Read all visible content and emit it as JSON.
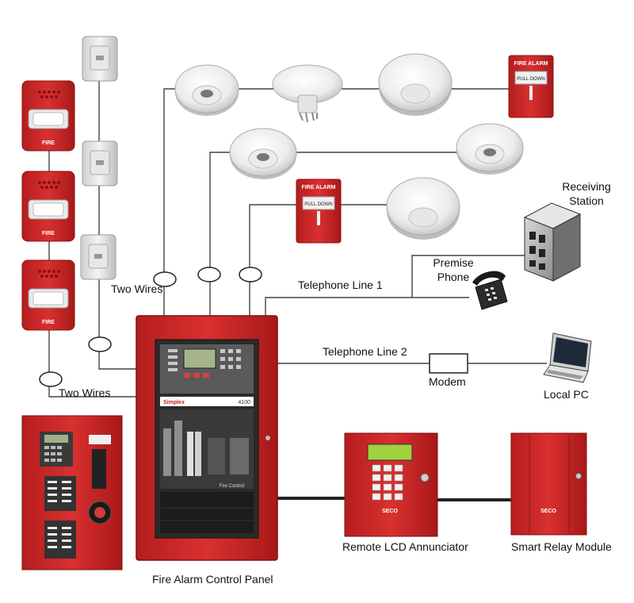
{
  "labels": {
    "two_wires_top": "Two Wires",
    "two_wires_bottom": "Two Wires",
    "telephone_line_1": "Telephone Line 1",
    "telephone_line_2": "Telephone Line 2",
    "premise_phone": "Premise Phone",
    "receiving_station": "Receiving Station",
    "modem": "Modem",
    "local_pc": "Local PC",
    "fire_alarm_control_panel": "Fire Alarm Control Panel",
    "remote_lcd_annunciator": "Remote LCD Annunciator",
    "smart_relay_module": "Smart Relay Module"
  },
  "device_text": {
    "horn_strobe": "FIRE",
    "pull_station_top": "FIRE ALARM",
    "pull_station_bottom": "PULL DOWN",
    "panel_brand": "Simplex",
    "panel_model": "4100",
    "panel_section": "Fire Control",
    "annunciator_brand": "SECO",
    "relay_brand": "SECO"
  },
  "colors": {
    "fire_red": "#d42a2a",
    "dark_red": "#9e1616",
    "wire": "#444444",
    "detector_white": "#f2f2f2"
  }
}
